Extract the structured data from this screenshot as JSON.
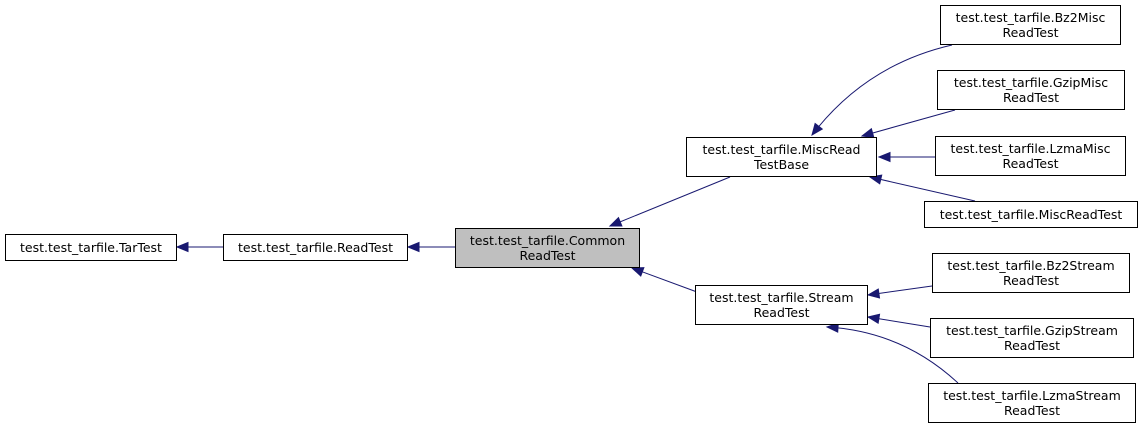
{
  "diagram": {
    "nodes": {
      "tartest": {
        "lines": [
          "test.test_tarfile.TarTest"
        ]
      },
      "readtest": {
        "lines": [
          "test.test_tarfile.ReadTest"
        ]
      },
      "common": {
        "lines": [
          "test.test_tarfile.Common",
          "ReadTest"
        ]
      },
      "misc_base": {
        "lines": [
          "test.test_tarfile.MiscRead",
          "TestBase"
        ]
      },
      "stream": {
        "lines": [
          "test.test_tarfile.Stream",
          "ReadTest"
        ]
      },
      "bz2misc": {
        "lines": [
          "test.test_tarfile.Bz2Misc",
          "ReadTest"
        ]
      },
      "gzipmisc": {
        "lines": [
          "test.test_tarfile.GzipMisc",
          "ReadTest"
        ]
      },
      "lzmamisc": {
        "lines": [
          "test.test_tarfile.LzmaMisc",
          "ReadTest"
        ]
      },
      "miscread": {
        "lines": [
          "test.test_tarfile.MiscReadTest"
        ]
      },
      "bz2stream": {
        "lines": [
          "test.test_tarfile.Bz2Stream",
          "ReadTest"
        ]
      },
      "gzipstream": {
        "lines": [
          "test.test_tarfile.GzipStream",
          "ReadTest"
        ]
      },
      "lzmastream": {
        "lines": [
          "test.test_tarfile.LzmaStream",
          "ReadTest"
        ]
      }
    },
    "edges": [
      {
        "from": "readtest",
        "to": "tartest"
      },
      {
        "from": "common",
        "to": "readtest"
      },
      {
        "from": "misc_base",
        "to": "common"
      },
      {
        "from": "stream",
        "to": "common"
      },
      {
        "from": "bz2misc",
        "to": "misc_base"
      },
      {
        "from": "gzipmisc",
        "to": "misc_base"
      },
      {
        "from": "lzmamisc",
        "to": "misc_base"
      },
      {
        "from": "miscread",
        "to": "misc_base"
      },
      {
        "from": "bz2stream",
        "to": "stream"
      },
      {
        "from": "gzipstream",
        "to": "stream"
      },
      {
        "from": "lzmastream",
        "to": "stream"
      }
    ],
    "highlighted": "common",
    "colors": {
      "edge": "#191970",
      "highlight_fill": "#bfbfbf",
      "border": "#000000"
    }
  }
}
